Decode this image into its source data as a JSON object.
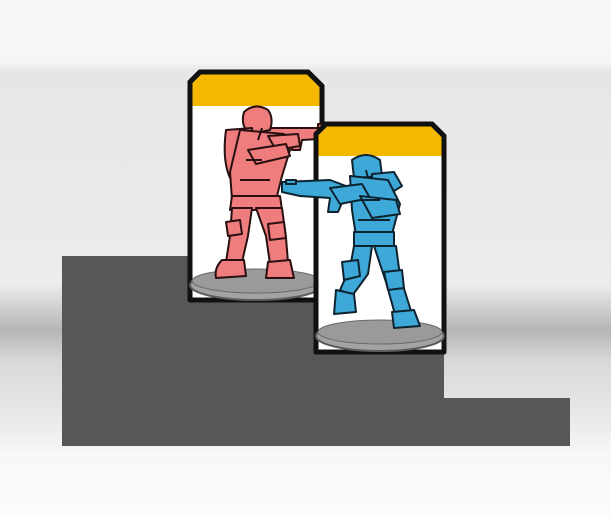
{
  "scene": {
    "description_free": true,
    "terrain": {
      "color": "#575757",
      "levels": [
        "upper-step",
        "lower-step"
      ]
    },
    "backdrop": {
      "top_color": "#f7f7f7",
      "band_color": "#b8b8b8"
    },
    "cards": [
      {
        "id": "card-red",
        "figure_color": "#ef7d7d",
        "header_color": "#f5b800",
        "base_color": "#9e9e9e",
        "figure": "soldier-aiming-rifle"
      },
      {
        "id": "card-blue",
        "figure_color": "#3ea8d8",
        "header_color": "#f5b800",
        "base_color": "#9e9e9e",
        "figure": "soldier-aiming-rifle"
      }
    ]
  }
}
